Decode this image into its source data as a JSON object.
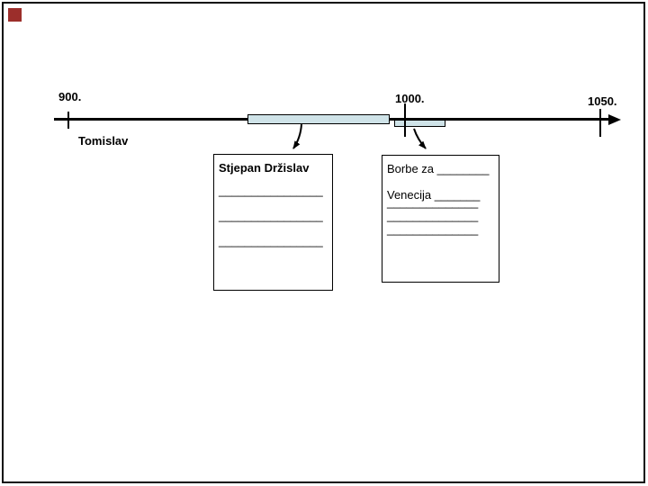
{
  "colors": {
    "bar_fill": "#cfe3e8",
    "accent_square": "#9c2e2b",
    "line": "#000000"
  },
  "timeline": {
    "labels": [
      {
        "text": "900."
      },
      {
        "text": "1000."
      },
      {
        "text": "1050."
      }
    ],
    "era_label": "Tomislav"
  },
  "box_drzislav": {
    "title": "Stjepan Držislav",
    "blank_lines": [
      "________________",
      "________________",
      "________________"
    ]
  },
  "box_borbe": {
    "line_1": "Borbe za ________",
    "line_2": "Venecija _______",
    "blank_lines": [
      "______________",
      "______________",
      "______________"
    ]
  }
}
